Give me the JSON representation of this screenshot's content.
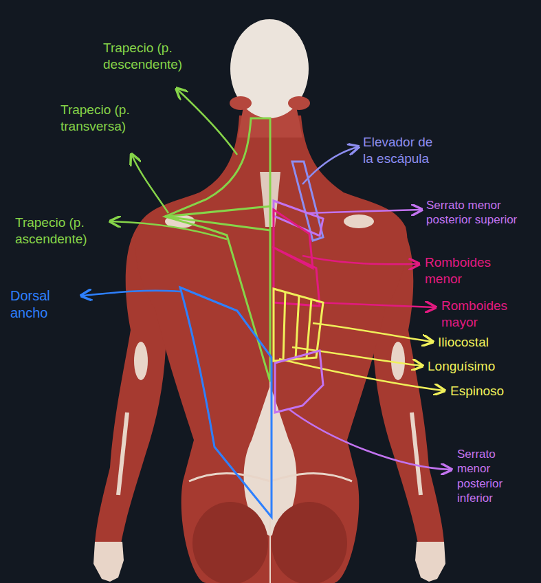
{
  "diagram": {
    "labels": [
      "Trapecio (p. descendente)",
      "Trapecio (p. transversa)",
      "Elevador de la escápula",
      "Serrato menor posterior superior",
      "Trapecio (p. ascendente)",
      "Romboides menor",
      "Dorsal ancho",
      "Romboides mayor",
      "Iliocostal",
      "Longuísimo",
      "Espinoso",
      "Serrato menor posterior inferior"
    ]
  }
}
